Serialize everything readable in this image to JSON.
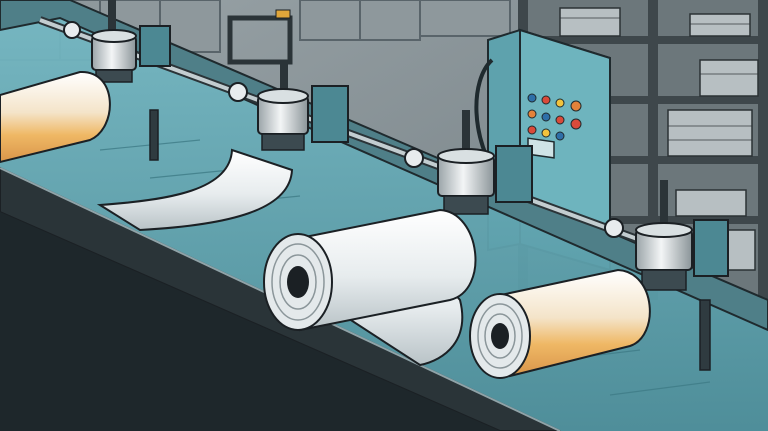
{
  "scene": {
    "palette": {
      "background": "#616d72",
      "wall": "#8f999d",
      "shelf": "#4d5558",
      "belt": "#2f3b40",
      "belt_surface": "#5aa0ad",
      "frame_teal": "#6fb3bc",
      "foil": "#eef2f3",
      "roll_gold": "#f0b96b",
      "ink": "#1b2024"
    },
    "elements": [
      "factory-background",
      "storage-shelving",
      "conveyor-belt",
      "control-panel",
      "dispensing-stations",
      "foil-rolls",
      "foil-sheet"
    ]
  }
}
